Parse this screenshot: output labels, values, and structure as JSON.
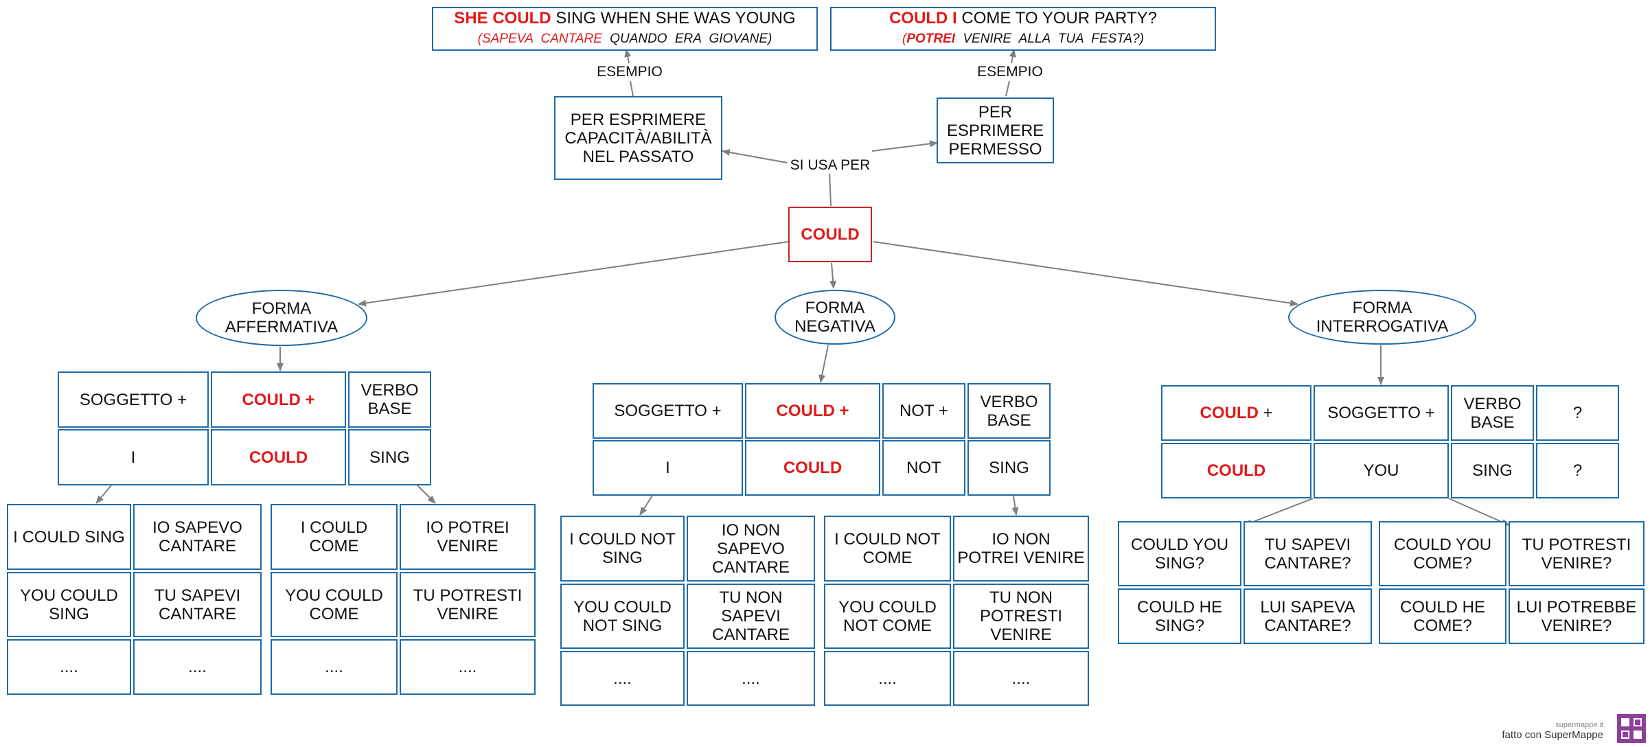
{
  "root": "COULD",
  "edge_labels": {
    "uses": "SI USA PER",
    "example_left": "ESEMPIO",
    "example_right": "ESEMPIO"
  },
  "uses": {
    "left": "PER ESPRIMERE\nCAPACITÀ/ABILITÀ\nNEL PASSATO",
    "right": "PER\nESPRIMERE\nPERMESSO"
  },
  "examples": {
    "left": {
      "red": "SHE COULD",
      "rest": " SING WHEN SHE WAS YOUNG",
      "it_red": "(SAPEVA CANTARE",
      "it_rest": " QUANDO ERA GIOVANE)"
    },
    "right": {
      "red": "COULD I",
      "rest": " COME TO YOUR PARTY?",
      "it_pre": "(",
      "it_red": "POTREI",
      "it_rest": " VENIRE ALLA TUA FESTA?)"
    }
  },
  "forms": {
    "aff": "FORMA\nAFFERMATIVA",
    "neg": "FORMA\nNEGATIVA",
    "int": "FORMA\nINTERROGATIVA"
  },
  "aff_table": {
    "r1": [
      "SOGGETTO +",
      "COULD +",
      "VERBO\nBASE"
    ],
    "r2": [
      "I",
      "COULD",
      "SING"
    ]
  },
  "neg_table": {
    "r1": [
      "SOGGETTO +",
      "COULD +",
      "NOT +",
      "VERBO\nBASE"
    ],
    "r2": [
      "I",
      "COULD",
      "NOT",
      "SING"
    ]
  },
  "int_table": {
    "r1": [
      "COULD",
      " +",
      "SOGGETTO +",
      "VERBO\nBASE",
      "?"
    ],
    "r2": [
      "COULD",
      "YOU",
      "SING",
      "?"
    ]
  },
  "aff_ex1": [
    [
      "I COULD SING",
      "IO SAPEVO\nCANTARE"
    ],
    [
      "YOU COULD\nSING",
      "TU SAPEVI\nCANTARE"
    ],
    [
      "....",
      "...."
    ]
  ],
  "aff_ex2": [
    [
      "I COULD\nCOME",
      "IO POTREI\nVENIRE"
    ],
    [
      "YOU COULD\nCOME",
      "TU POTRESTI\nVENIRE"
    ],
    [
      "....",
      "...."
    ]
  ],
  "neg_ex1": [
    [
      "I COULD NOT\nSING",
      "IO NON\nSAPEVO\nCANTARE"
    ],
    [
      "YOU COULD\nNOT SING",
      "TU NON\nSAPEVI\nCANTARE"
    ],
    [
      "....",
      "...."
    ]
  ],
  "neg_ex2": [
    [
      "I COULD NOT\nCOME",
      "IO NON\nPOTREI VENIRE"
    ],
    [
      "YOU COULD\nNOT COME",
      "TU NON\nPOTRESTI\nVENIRE"
    ],
    [
      "....",
      "...."
    ]
  ],
  "int_ex1": [
    [
      "COULD YOU\nSING?",
      "TU SAPEVI\nCANTARE?"
    ],
    [
      "COULD HE\nSING?",
      "LUI SAPEVA\nCANTARE?"
    ]
  ],
  "int_ex2": [
    [
      "COULD YOU\nCOME?",
      "TU POTRESTI\nVENIRE?"
    ],
    [
      "COULD HE\nCOME?",
      "LUI POTREBBE\nVENIRE?"
    ]
  ],
  "footer": {
    "small": "supermappe.it",
    "main": "fatto con SuperMappe"
  },
  "colors": {
    "accent_red": "#e01a1a",
    "border_blue": "#1f6aa5",
    "edge_gray": "#7f7f7f"
  }
}
